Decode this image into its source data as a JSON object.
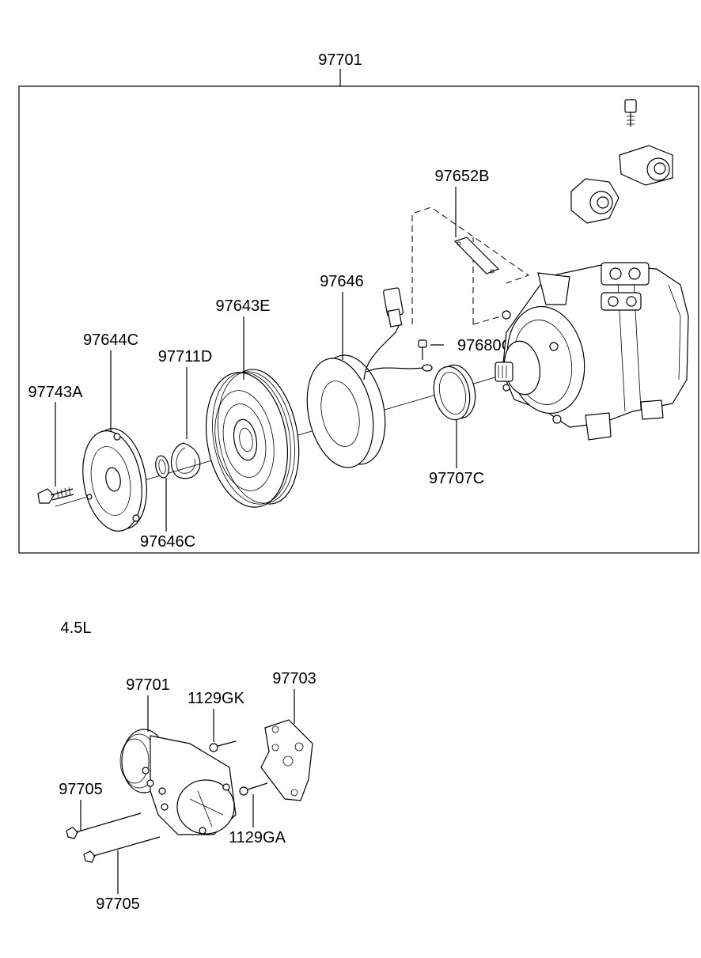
{
  "assembly_label": "97701",
  "variant_label": "4.5L",
  "parts": {
    "p97743A": "97743A",
    "p97644C": "97644C",
    "p97711D": "97711D",
    "p97646C": "97646C",
    "p97643E": "97643E",
    "p97646": "97646",
    "p97707C": "97707C",
    "p97680C": "97680C",
    "p97652B": "97652B"
  },
  "lower_parts": {
    "p97701": "97701",
    "p1129GK": "1129GK",
    "p97703": "97703",
    "p97705_upper": "97705",
    "p97705_lower": "97705",
    "p1129GA": "1129GA"
  }
}
